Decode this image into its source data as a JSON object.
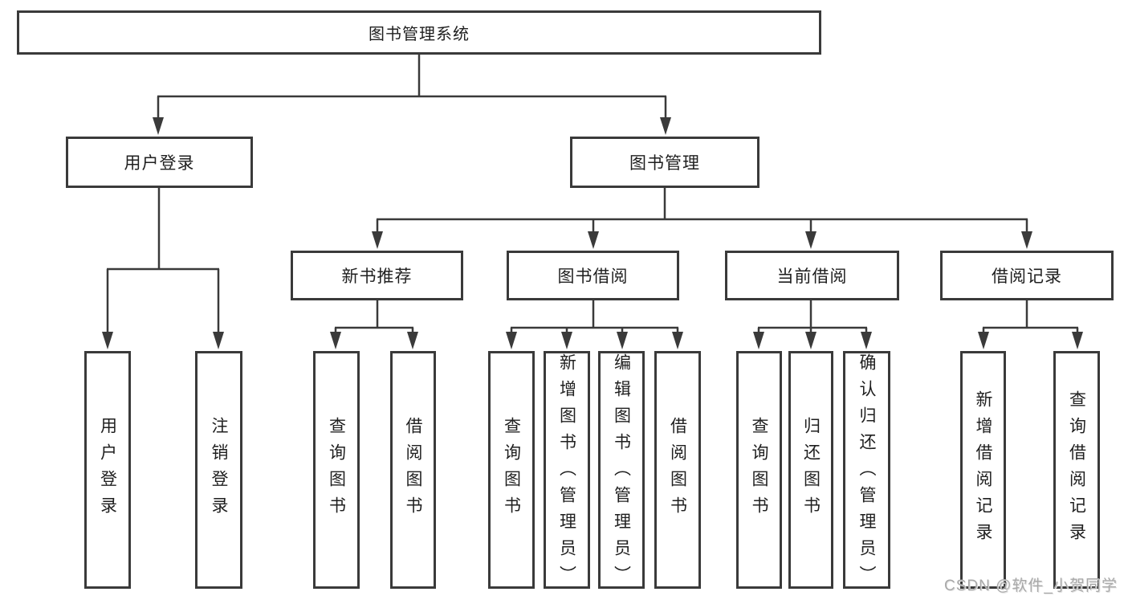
{
  "tree": {
    "root": {
      "label": "图书管理系统",
      "children": [
        {
          "label": "用户登录",
          "children": [
            {
              "label": "用户登录"
            },
            {
              "label": "注销登录"
            }
          ]
        },
        {
          "label": "图书管理",
          "children": [
            {
              "label": "新书推荐",
              "children": [
                {
                  "label": "查询图书"
                },
                {
                  "label": "借阅图书"
                }
              ]
            },
            {
              "label": "图书借阅",
              "children": [
                {
                  "label": "查询图书"
                },
                {
                  "label": "新增图书（管理员）"
                },
                {
                  "label": "编辑图书（管理员）"
                },
                {
                  "label": "借阅图书"
                }
              ]
            },
            {
              "label": "当前借阅",
              "children": [
                {
                  "label": "查询图书"
                },
                {
                  "label": "归还图书"
                },
                {
                  "label": "确认归还（管理员）"
                }
              ]
            },
            {
              "label": "借阅记录",
              "children": [
                {
                  "label": "新增借阅记录"
                },
                {
                  "label": "查询借阅记录"
                }
              ]
            }
          ]
        }
      ]
    }
  },
  "watermark": {
    "text": "CSDN @软件_小贺同学"
  },
  "colors": {
    "line": "#3a3a3a",
    "box_border": "#3a3a3a",
    "text": "#1f1f1f",
    "watermark": "#a9a9a9",
    "background": "#ffffff"
  }
}
